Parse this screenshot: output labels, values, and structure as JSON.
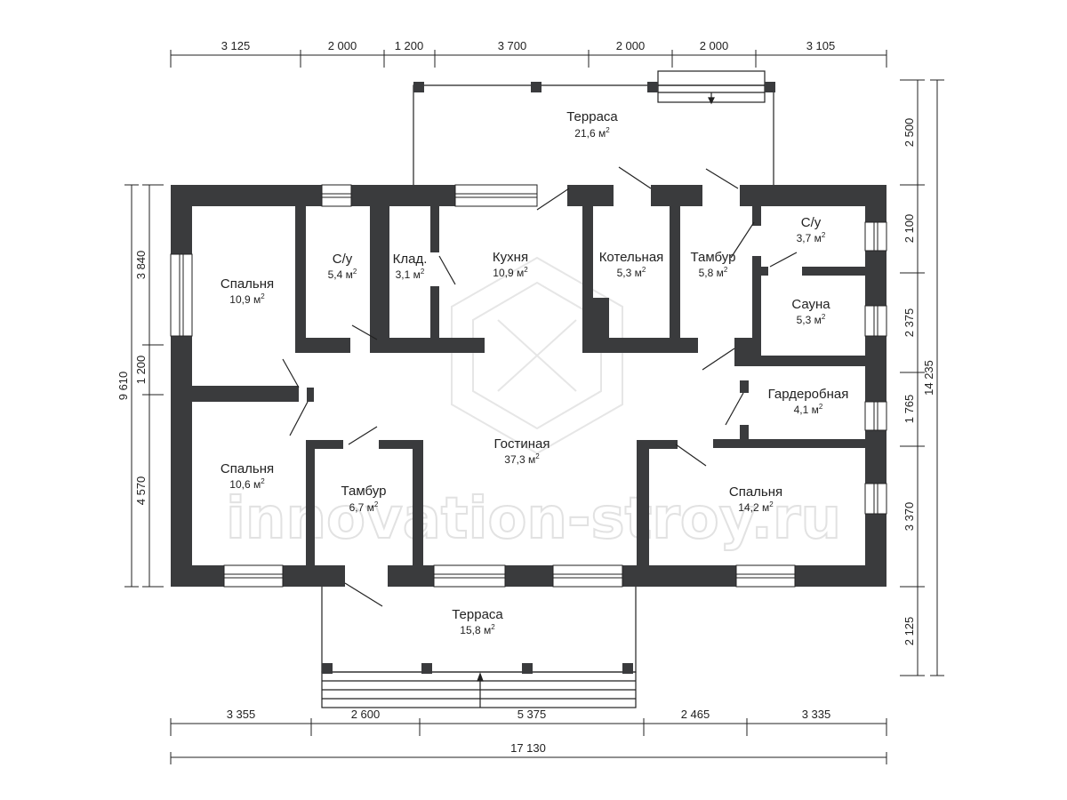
{
  "watermark": "innovation-stroy.ru",
  "rooms": [
    {
      "id": "terrace-top",
      "name": "Терраса",
      "area": "21,6"
    },
    {
      "id": "bathroom-1",
      "name": "С/у",
      "area": "5,4"
    },
    {
      "id": "storage",
      "name": "Клад.",
      "area": "3,1"
    },
    {
      "id": "kitchen",
      "name": "Кухня",
      "area": "10,9"
    },
    {
      "id": "boiler-room",
      "name": "Котельная",
      "area": "5,3"
    },
    {
      "id": "vestibule-top",
      "name": "Тамбур",
      "area": "5,8"
    },
    {
      "id": "bathroom-2",
      "name": "С/у",
      "area": "3,7"
    },
    {
      "id": "sauna",
      "name": "Сауна",
      "area": "5,3"
    },
    {
      "id": "bedroom-1",
      "name": "Спальня",
      "area": "10,9"
    },
    {
      "id": "wardrobe",
      "name": "Гардеробная",
      "area": "4,1"
    },
    {
      "id": "living-room",
      "name": "Гостиная",
      "area": "37,3"
    },
    {
      "id": "bedroom-2",
      "name": "Спальня",
      "area": "10,6"
    },
    {
      "id": "vestibule-bottom",
      "name": "Тамбур",
      "area": "6,7"
    },
    {
      "id": "bedroom-3",
      "name": "Спальня",
      "area": "14,2"
    },
    {
      "id": "terrace-bottom",
      "name": "Терраса",
      "area": "15,8"
    }
  ],
  "area_unit": "м",
  "area_unit_sup": "2",
  "dimensions": {
    "top": [
      "3 125",
      "2 000",
      "1 200",
      "3 700",
      "2 000",
      "2 000",
      "3 105"
    ],
    "bottom": [
      "3 355",
      "2 600",
      "5 375",
      "2 465",
      "3 335"
    ],
    "bottom_total": "17 130",
    "left": [
      "3 840",
      "1 200",
      "4 570"
    ],
    "left_total": "9 610",
    "right": [
      "2 500",
      "2 100",
      "2 375",
      "1 765",
      "3 370",
      "2 125"
    ],
    "right_total": "14 235"
  },
  "colors": {
    "wall": "#3a3b3d",
    "line": "#222222",
    "watermark": "#e2e2e2"
  }
}
